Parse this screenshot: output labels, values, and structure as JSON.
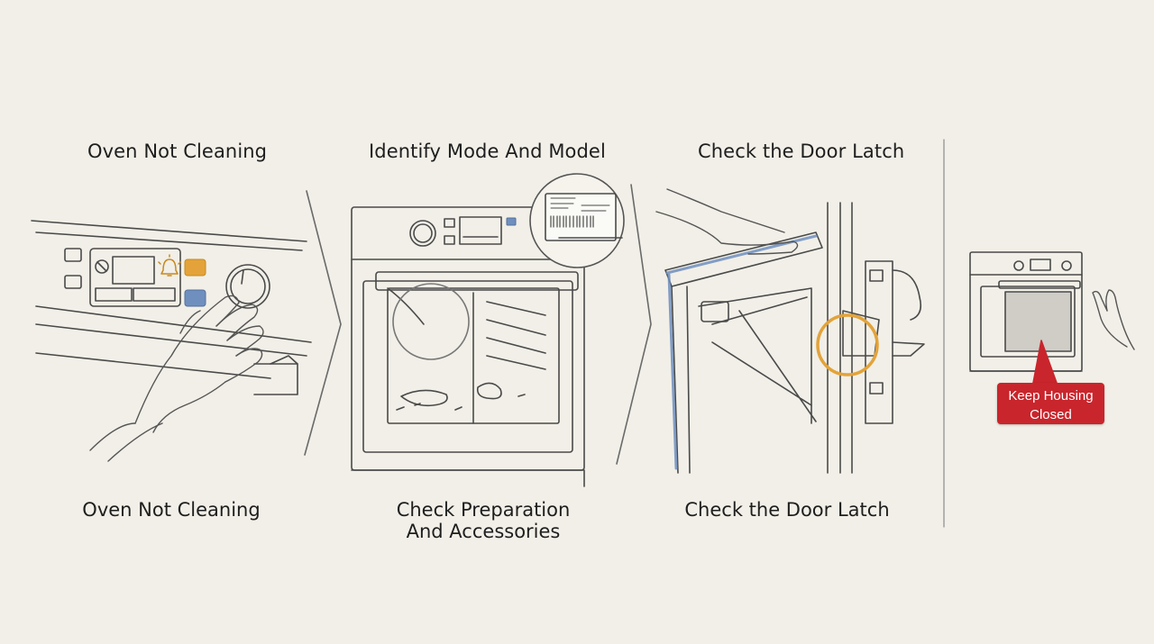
{
  "panels": [
    {
      "title": "Oven Not Cleaning",
      "caption_lines": [
        "Oven Not Cleaning"
      ]
    },
    {
      "title": "Identify Mode And Model",
      "caption_lines": [
        "Check Preparation",
        "And Accessories"
      ]
    },
    {
      "title": "Check the Door Latch",
      "caption_lines": [
        "Check the Door Latch"
      ]
    }
  ],
  "warning": {
    "line1": "Keep Housing",
    "line2": "Closed",
    "color": "#c9252c"
  },
  "colors": {
    "background": "#f1efe7",
    "sketch": "#4a4a4a",
    "accent_orange": "#e3a33a",
    "accent_blue": "#6f8fbf"
  },
  "icons": [
    "alarm-bell-icon",
    "hand-icon",
    "latch-highlight-circle"
  ]
}
